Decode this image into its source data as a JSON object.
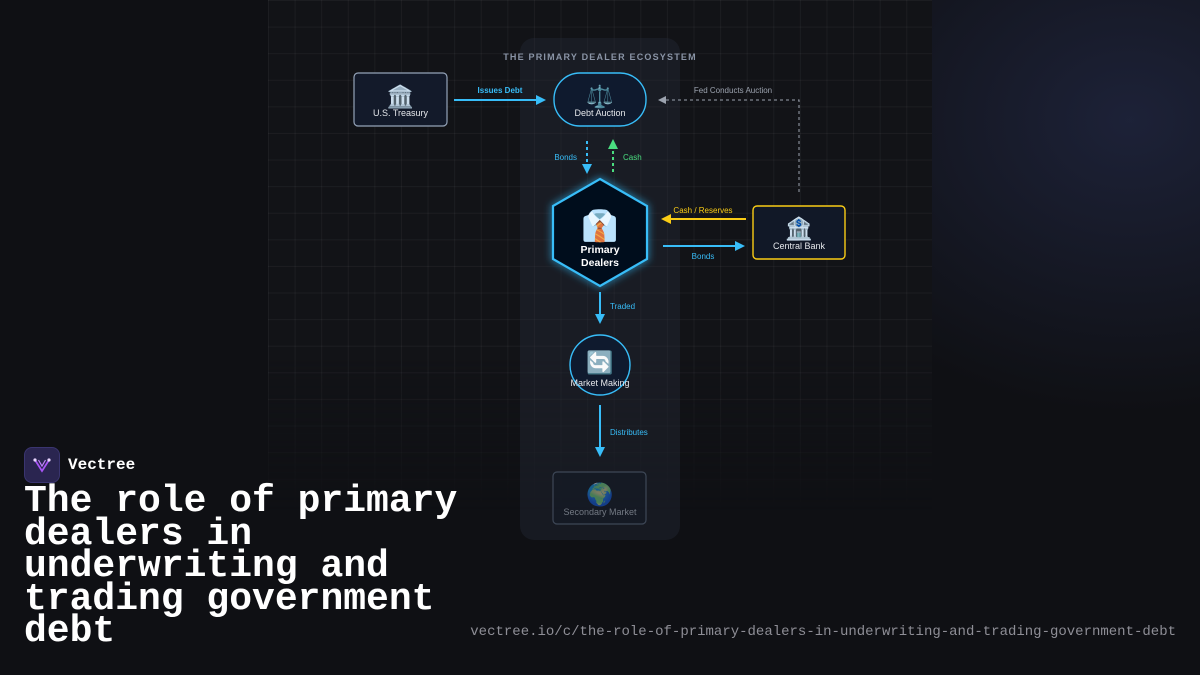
{
  "diagram": {
    "title": "THE PRIMARY DEALER ECOSYSTEM",
    "nodes": {
      "treasury": {
        "icon": "🏛️",
        "label": "U.S. Treasury"
      },
      "auction": {
        "icon": "⚖️",
        "label": "Debt Auction"
      },
      "dealers": {
        "icon": "👔",
        "label_line1": "Primary",
        "label_line2": "Dealers"
      },
      "central_bank": {
        "icon": "🏦",
        "label": "Central Bank"
      },
      "market_making": {
        "icon": "🔄",
        "label": "Market Making"
      },
      "secondary": {
        "icon": "🌍",
        "label": "Secondary Market"
      }
    },
    "edges": {
      "issues_debt": "Issues Debt",
      "fed_auction": "Fed Conducts Auction",
      "bonds_down": "Bonds",
      "cash_up": "Cash",
      "cash_reserves": "Cash / Reserves",
      "bonds_to_cb": "Bonds",
      "traded": "Traded",
      "distributes": "Distributes"
    },
    "colors": {
      "blue": "#38bdf8",
      "green": "#4ade80",
      "yellow": "#facc15",
      "gray": "#9ca3af"
    }
  },
  "brand": {
    "name": "Vectree"
  },
  "page": {
    "title": "The role of primary dealers in underwriting and trading government debt",
    "url": "vectree.io/c/the-role-of-primary-dealers-in-underwriting-and-trading-government-debt"
  }
}
